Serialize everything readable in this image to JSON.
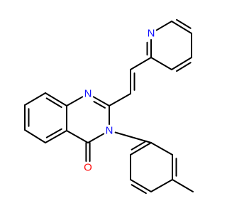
{
  "structure": {
    "atom_labels": [
      {
        "id": "N1",
        "text": "N",
        "color": "#1010ff"
      },
      {
        "id": "N3",
        "text": "N",
        "color": "#1010ff"
      },
      {
        "id": "O",
        "text": "O",
        "color": "#ff0d0d"
      },
      {
        "id": "Npy",
        "text": "N",
        "color": "#1010ff"
      }
    ],
    "bond_color": "#000000"
  }
}
